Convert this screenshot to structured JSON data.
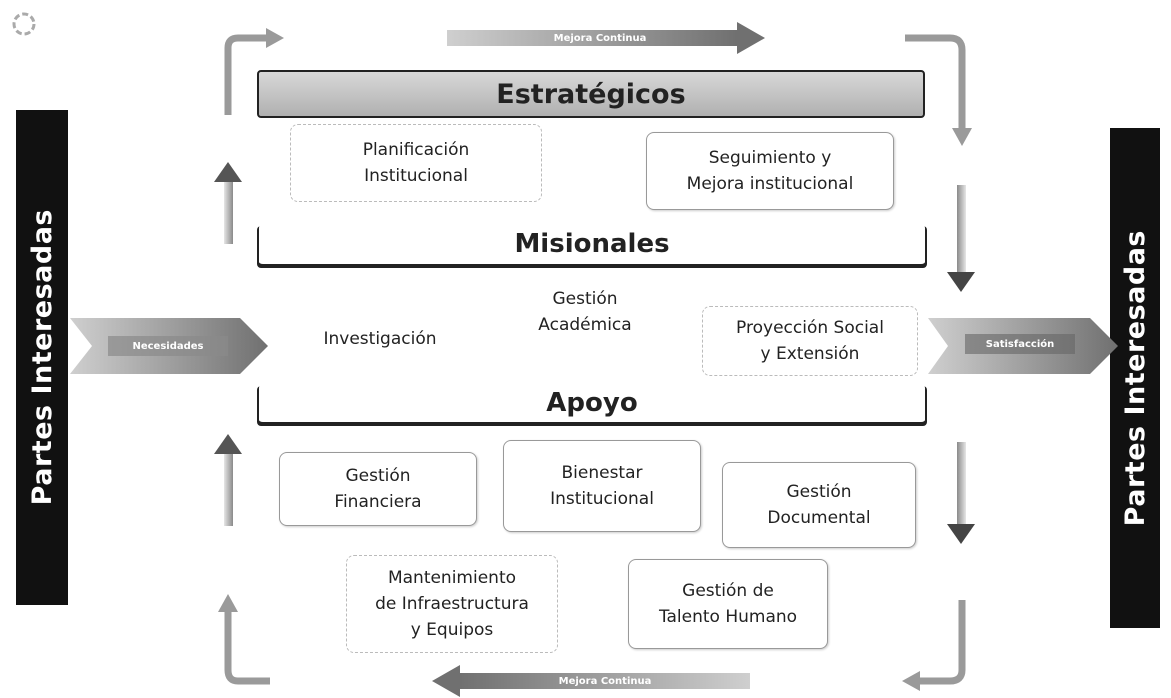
{
  "side_left": {
    "label": "Partes Interesadas"
  },
  "side_right": {
    "label": "Partes Interesadas"
  },
  "top_banner": {
    "label": "Mejora Continua"
  },
  "bottom_banner": {
    "label": "Mejora Continua"
  },
  "input_arrow": {
    "label": "Necesidades"
  },
  "output_arrow": {
    "label": "Satisfacción"
  },
  "sections": {
    "estrategicos": {
      "title": "Estratégicos",
      "items": [
        "Planificación\nInstitucional",
        "Seguimiento y\nMejora institucional"
      ]
    },
    "misionales": {
      "title": "Misionales",
      "items": [
        "Investigación",
        "Gestión\nAcadémica",
        "Proyección Social\ny Extensión"
      ]
    },
    "apoyo": {
      "title": "Apoyo",
      "items": [
        "Gestión\nFinanciera",
        "Bienestar\nInstitucional",
        "Gestión\nDocumental",
        "Mantenimiento\nde Infraestructura\ny Equipos",
        "Gestión de\nTalento Humano"
      ]
    }
  },
  "colors": {
    "arrow_dark": "#555555",
    "bar_dark": "#111111"
  }
}
